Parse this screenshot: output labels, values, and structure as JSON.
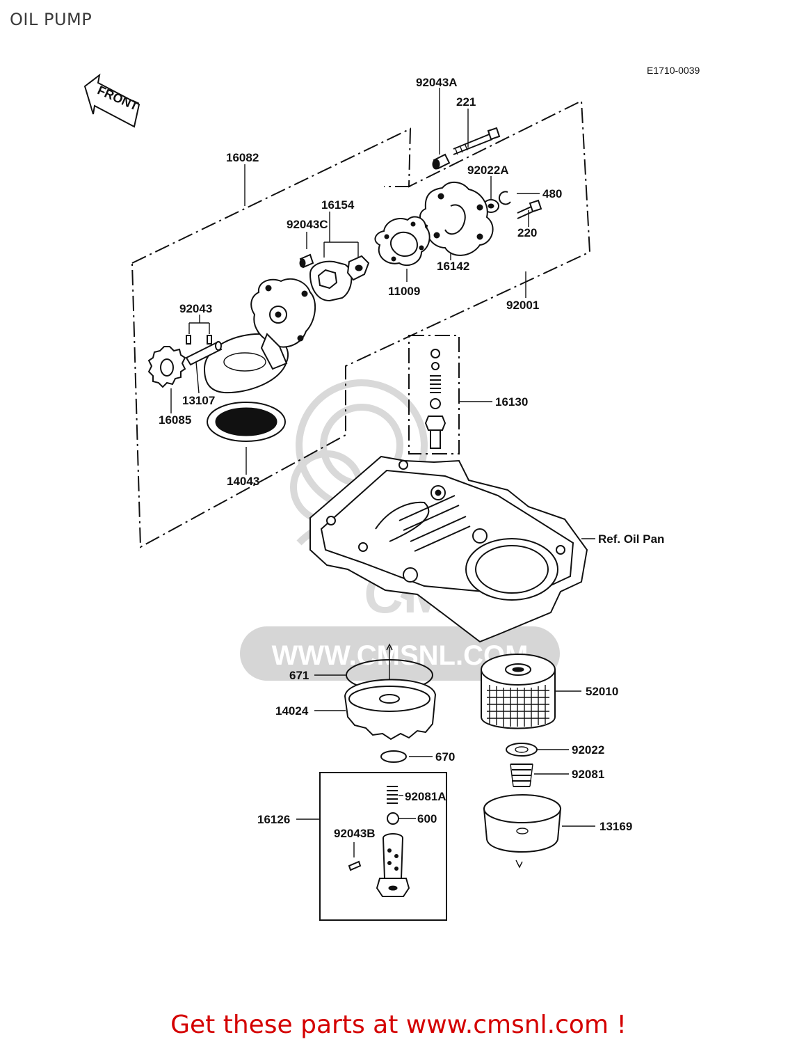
{
  "title": "OIL PUMP",
  "ref_code": "E1710-0039",
  "front_label": "FRONT",
  "watermark_text": "WWW.CMSNL.COM",
  "watermark_logo_text": "CMS",
  "promo_text": "Get these parts at www.cmsnl.com !",
  "parts": {
    "p16082": "16082",
    "p92043A": "92043A",
    "p221": "221",
    "p92022A": "92022A",
    "p480": "480",
    "p220": "220",
    "p16154": "16154",
    "p92043C": "92043C",
    "p16142": "16142",
    "p11009": "11009",
    "p92001": "92001",
    "p92043": "92043",
    "p13107": "13107",
    "p16085": "16085",
    "p16130": "16130",
    "p14043": "14043",
    "ref_oil_pan": "Ref. Oil Pan",
    "p671": "671",
    "p14024": "14024",
    "p52010": "52010",
    "p670": "670",
    "p92022": "92022",
    "p92081": "92081",
    "p92081A": "92081A",
    "p600": "600",
    "p16126": "16126",
    "p92043B": "92043B",
    "p13169": "13169"
  },
  "colors": {
    "ink": "#111111",
    "promo": "#d40000",
    "watermark": "#d6d6d6"
  }
}
